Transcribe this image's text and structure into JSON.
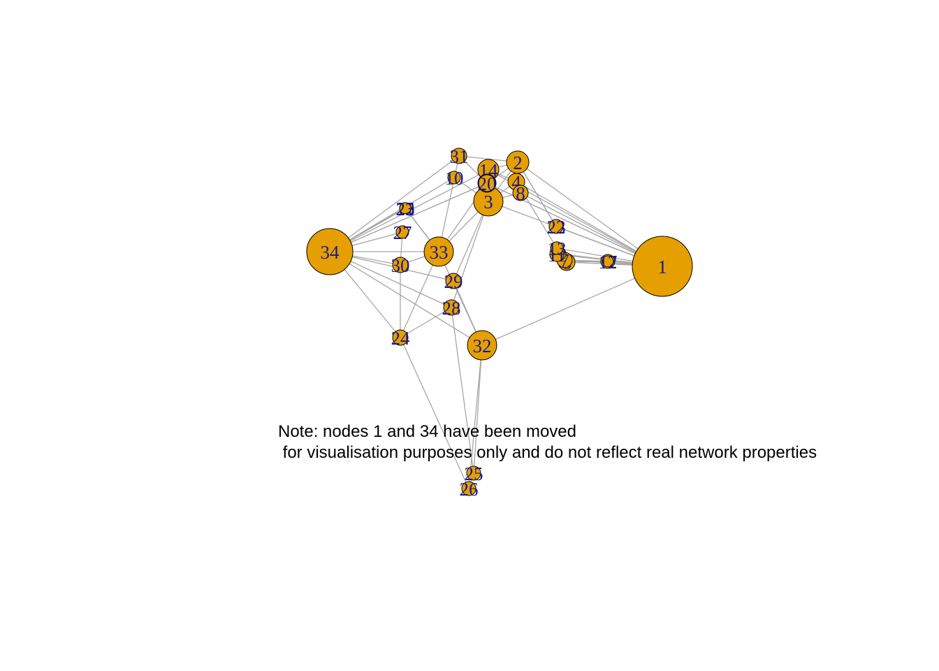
{
  "style": {
    "node_fill": "#E69F00",
    "node_stroke": "#000000",
    "edge_color": "#a6a6a6",
    "label_color": "#1a1a8c",
    "background": "#ffffff"
  },
  "note": {
    "line1": "Note: nodes 1 and 34 have been moved",
    "line2": " for visualisation purposes only and do not reflect real network properties"
  },
  "nodes": [
    {
      "id": "1",
      "degree": 16
    },
    {
      "id": "2",
      "degree": 9
    },
    {
      "id": "3",
      "degree": 10
    },
    {
      "id": "4",
      "degree": 6
    },
    {
      "id": "5",
      "degree": 3
    },
    {
      "id": "6",
      "degree": 4
    },
    {
      "id": "7",
      "degree": 4
    },
    {
      "id": "8",
      "degree": 4
    },
    {
      "id": "9",
      "degree": 5
    },
    {
      "id": "10",
      "degree": 2
    },
    {
      "id": "11",
      "degree": 3
    },
    {
      "id": "12",
      "degree": 1
    },
    {
      "id": "13",
      "degree": 2
    },
    {
      "id": "14",
      "degree": 5
    },
    {
      "id": "15",
      "degree": 2
    },
    {
      "id": "16",
      "degree": 2
    },
    {
      "id": "17",
      "degree": 2
    },
    {
      "id": "18",
      "degree": 2
    },
    {
      "id": "19",
      "degree": 2
    },
    {
      "id": "20",
      "degree": 3
    },
    {
      "id": "21",
      "degree": 2
    },
    {
      "id": "22",
      "degree": 2
    },
    {
      "id": "23",
      "degree": 2
    },
    {
      "id": "24",
      "degree": 5
    },
    {
      "id": "25",
      "degree": 3
    },
    {
      "id": "26",
      "degree": 3
    },
    {
      "id": "27",
      "degree": 2
    },
    {
      "id": "28",
      "degree": 4
    },
    {
      "id": "29",
      "degree": 3
    },
    {
      "id": "30",
      "degree": 4
    },
    {
      "id": "31",
      "degree": 4
    },
    {
      "id": "32",
      "degree": 6
    },
    {
      "id": "33",
      "degree": 12
    },
    {
      "id": "34",
      "degree": 17
    }
  ],
  "edges": [
    [
      "1",
      "2"
    ],
    [
      "1",
      "3"
    ],
    [
      "1",
      "4"
    ],
    [
      "1",
      "5"
    ],
    [
      "1",
      "6"
    ],
    [
      "1",
      "7"
    ],
    [
      "1",
      "8"
    ],
    [
      "1",
      "9"
    ],
    [
      "1",
      "11"
    ],
    [
      "1",
      "12"
    ],
    [
      "1",
      "13"
    ],
    [
      "1",
      "14"
    ],
    [
      "1",
      "18"
    ],
    [
      "1",
      "20"
    ],
    [
      "1",
      "22"
    ],
    [
      "1",
      "32"
    ],
    [
      "2",
      "3"
    ],
    [
      "2",
      "4"
    ],
    [
      "2",
      "8"
    ],
    [
      "2",
      "14"
    ],
    [
      "2",
      "18"
    ],
    [
      "2",
      "20"
    ],
    [
      "2",
      "22"
    ],
    [
      "2",
      "31"
    ],
    [
      "3",
      "4"
    ],
    [
      "3",
      "8"
    ],
    [
      "3",
      "9"
    ],
    [
      "3",
      "10"
    ],
    [
      "3",
      "14"
    ],
    [
      "3",
      "28"
    ],
    [
      "3",
      "29"
    ],
    [
      "3",
      "33"
    ],
    [
      "4",
      "8"
    ],
    [
      "4",
      "13"
    ],
    [
      "4",
      "14"
    ],
    [
      "5",
      "7"
    ],
    [
      "5",
      "11"
    ],
    [
      "6",
      "7"
    ],
    [
      "6",
      "11"
    ],
    [
      "6",
      "17"
    ],
    [
      "7",
      "17"
    ],
    [
      "9",
      "31"
    ],
    [
      "9",
      "33"
    ],
    [
      "9",
      "34"
    ],
    [
      "10",
      "34"
    ],
    [
      "14",
      "34"
    ],
    [
      "15",
      "33"
    ],
    [
      "15",
      "34"
    ],
    [
      "16",
      "33"
    ],
    [
      "16",
      "34"
    ],
    [
      "19",
      "33"
    ],
    [
      "19",
      "34"
    ],
    [
      "20",
      "34"
    ],
    [
      "21",
      "33"
    ],
    [
      "21",
      "34"
    ],
    [
      "23",
      "33"
    ],
    [
      "23",
      "34"
    ],
    [
      "24",
      "26"
    ],
    [
      "24",
      "28"
    ],
    [
      "24",
      "30"
    ],
    [
      "24",
      "33"
    ],
    [
      "24",
      "34"
    ],
    [
      "25",
      "26"
    ],
    [
      "25",
      "28"
    ],
    [
      "25",
      "32"
    ],
    [
      "26",
      "32"
    ],
    [
      "27",
      "30"
    ],
    [
      "27",
      "34"
    ],
    [
      "28",
      "34"
    ],
    [
      "29",
      "32"
    ],
    [
      "29",
      "34"
    ],
    [
      "30",
      "33"
    ],
    [
      "30",
      "34"
    ],
    [
      "31",
      "33"
    ],
    [
      "31",
      "34"
    ],
    [
      "32",
      "33"
    ],
    [
      "32",
      "34"
    ],
    [
      "33",
      "34"
    ]
  ]
}
